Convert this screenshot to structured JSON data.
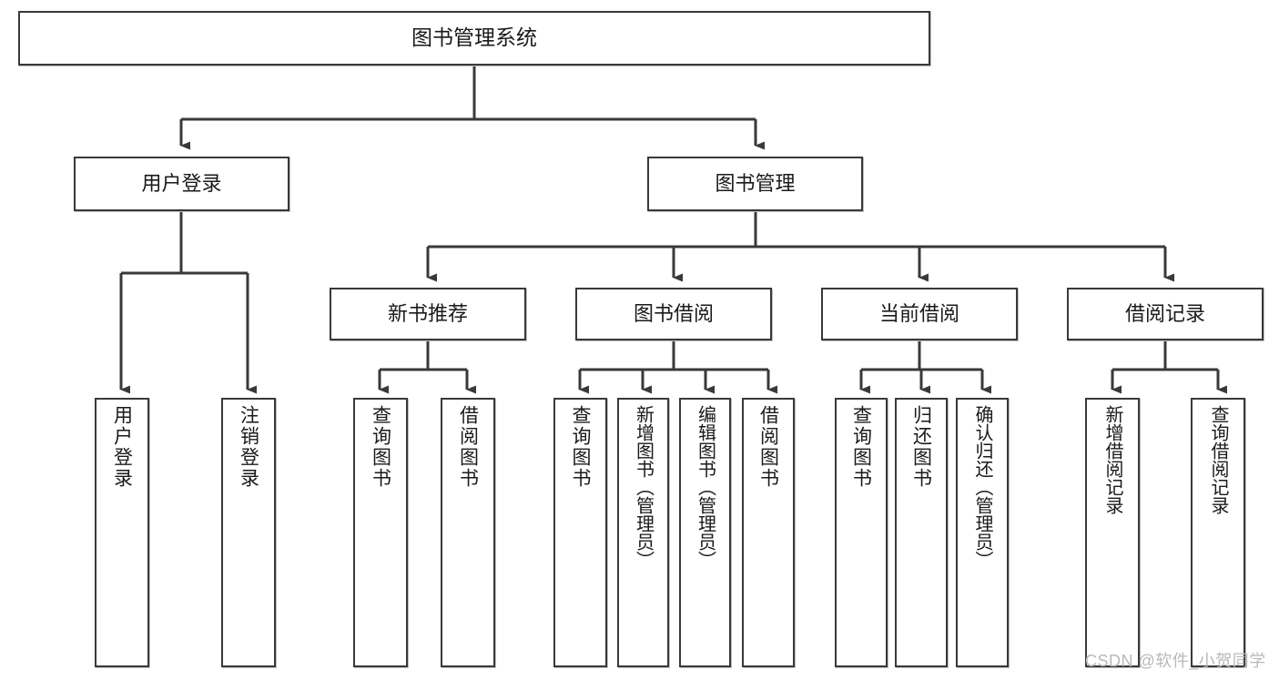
{
  "diagram": {
    "title": "图书管理系统",
    "type": "tree-hierarchy",
    "orientation": "top-down",
    "colors": {
      "box_border": "#39393b",
      "box_fill": "#ffffff",
      "connector": "#39393b",
      "text": "#1a1a1a",
      "watermark": "#b9b9b9",
      "background": "#ffffff"
    },
    "root": {
      "label": "图书管理系统"
    },
    "level2": [
      {
        "label": "用户登录"
      },
      {
        "label": "图书管理"
      }
    ],
    "level3": [
      {
        "label": "新书推荐"
      },
      {
        "label": "图书借阅"
      },
      {
        "label": "当前借阅"
      },
      {
        "label": "借阅记录"
      }
    ],
    "leaves": {
      "user_login": [
        {
          "label": "用户登录"
        },
        {
          "label": "注销登录"
        }
      ],
      "new_book_recommend": [
        {
          "label": "查询图书"
        },
        {
          "label": "借阅图书"
        }
      ],
      "book_borrow": [
        {
          "label": "查询图书"
        },
        {
          "label": "新增图书（管理员）"
        },
        {
          "label": "编辑图书（管理员）"
        },
        {
          "label": "借阅图书"
        }
      ],
      "current_borrow": [
        {
          "label": "查询图书"
        },
        {
          "label": "归还图书"
        },
        {
          "label": "确认归还（管理员）"
        }
      ],
      "borrow_record": [
        {
          "label": "新增借阅记录"
        },
        {
          "label": "查询借阅记录"
        }
      ]
    }
  },
  "watermark": {
    "text": "CSDN @软件_小贺同学"
  }
}
